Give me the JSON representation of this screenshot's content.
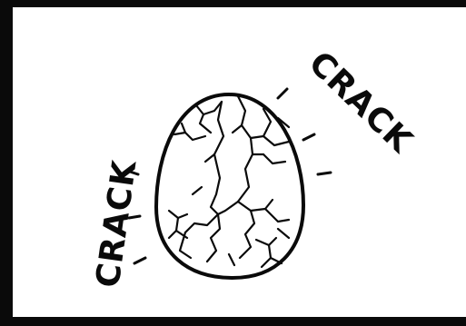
{
  "comic_panel": {
    "sound_effects": {
      "left": "CRACK",
      "right": "CRACK"
    },
    "subject": "cracking-egg",
    "colors": {
      "ink": "#0a0a0a",
      "paper": "#ffffff"
    }
  }
}
